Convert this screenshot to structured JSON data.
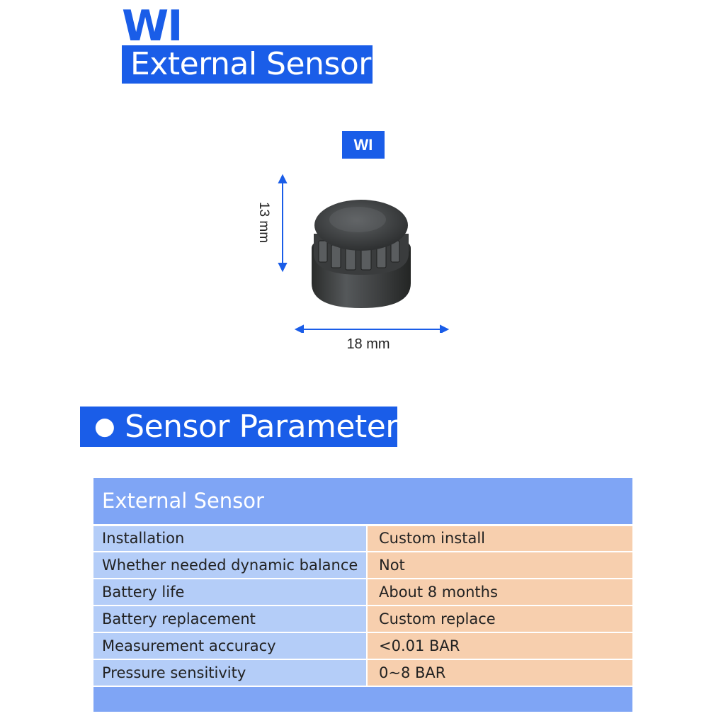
{
  "header": {
    "brand": "WI",
    "title": "External Sensor"
  },
  "product": {
    "model_badge": "WI",
    "height_label": "13 mm",
    "width_label": "18 mm"
  },
  "section": {
    "bullet": "●",
    "title": "Sensor Parameter"
  },
  "table": {
    "header": "External Sensor",
    "rows": [
      {
        "label": "Installation",
        "value": "Custom install"
      },
      {
        "label": "Whether needed dynamic balance",
        "value": "Not"
      },
      {
        "label": "Battery life",
        "value": "About 8 months"
      },
      {
        "label": "Battery replacement",
        "value": "Custom replace"
      },
      {
        "label": "Measurement accuracy",
        "value": "<0.01 BAR"
      },
      {
        "label": "Pressure sensitivity",
        "value": "0~8 BAR"
      }
    ]
  },
  "colors": {
    "brand_blue": "#1a5de8",
    "table_header": "#7fa5f5",
    "label_cell": "#b4cdf8",
    "value_cell": "#f7cfae"
  }
}
